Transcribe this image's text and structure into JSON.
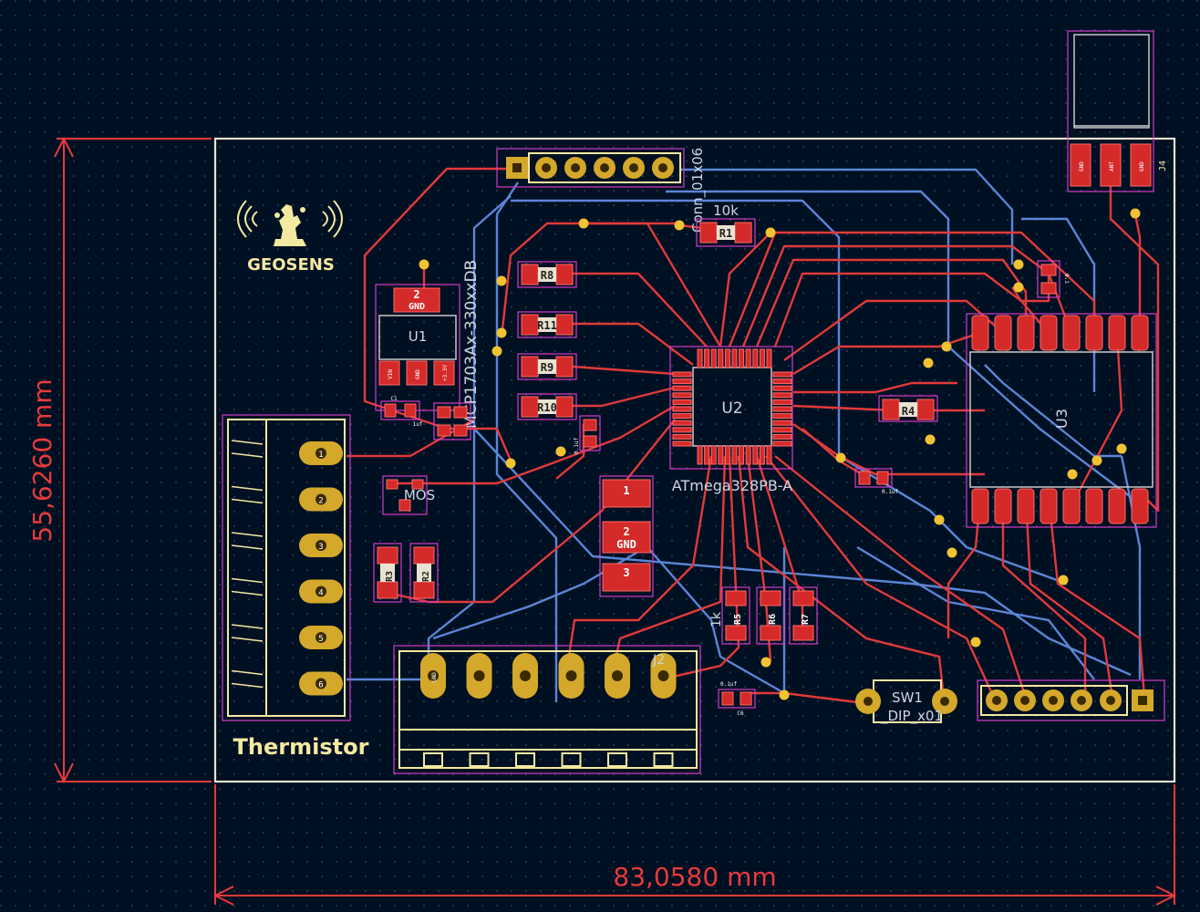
{
  "board": {
    "width_label": "83,0580 mm",
    "height_label": "55,6260 mm",
    "logo_text": "GEOSENS",
    "thermistor_label": "Thermistor"
  },
  "colors": {
    "background": "#001023",
    "front_copper": "#e23a3a",
    "back_copper": "#5b86d6",
    "silkscreen": "#f3e9a0",
    "courtyard": "#d23cc8",
    "dimension": "#e83a3a",
    "edge_cuts": "#e8e2d0"
  },
  "components": {
    "u1": {
      "ref": "U1",
      "value": "MCP1703Ax-330xxDB",
      "pins": [
        "2",
        "GND",
        "VIN",
        "GND",
        "+3.3V"
      ]
    },
    "u2": {
      "ref": "U2",
      "value": "ATmega328PB-A"
    },
    "u3": {
      "ref": "U3"
    },
    "j1": {
      "value": "Conn_01x06"
    },
    "j2": {
      "ref": "J2"
    },
    "j4": {
      "ref": "J4",
      "pins": [
        "GND",
        "ANT",
        "GND"
      ]
    },
    "sw1": {
      "ref": "SW1",
      "value": "_DIP_x01"
    },
    "q_mos": {
      "ref": "MOS"
    },
    "big_part": {
      "pins": [
        "1",
        "2",
        "GND",
        "3"
      ]
    },
    "r1": {
      "ref": "R1",
      "value": "10k"
    },
    "r2": {
      "ref": "R2"
    },
    "r3": {
      "ref": "R3"
    },
    "r4": {
      "ref": "R4"
    },
    "r5": {
      "ref": "R5",
      "value": "1k"
    },
    "r6": {
      "ref": "R6"
    },
    "r7": {
      "ref": "R7"
    },
    "r8": {
      "ref": "R8"
    },
    "r9": {
      "ref": "R9"
    },
    "r10": {
      "ref": "R10"
    },
    "r11": {
      "ref": "R11"
    },
    "c1": {
      "ref": "C1",
      "value": "1uf"
    },
    "c_main": {
      "value": "0.1uf"
    },
    "c4": {
      "value": "0.1uf"
    },
    "c_u3": {
      "value": "0.1"
    },
    "c6": {
      "ref": "C6",
      "value": "0.1uf"
    },
    "thermistor_pins": [
      "1",
      "2",
      "3",
      "4",
      "5",
      "6"
    ],
    "j2_pins": [
      "GND",
      "",
      "",
      "",
      "",
      ""
    ],
    "right_header_pins": [
      "",
      "",
      "",
      "",
      "",
      ""
    ]
  },
  "icons": [
    "logo-icon",
    "wifi-icon"
  ]
}
